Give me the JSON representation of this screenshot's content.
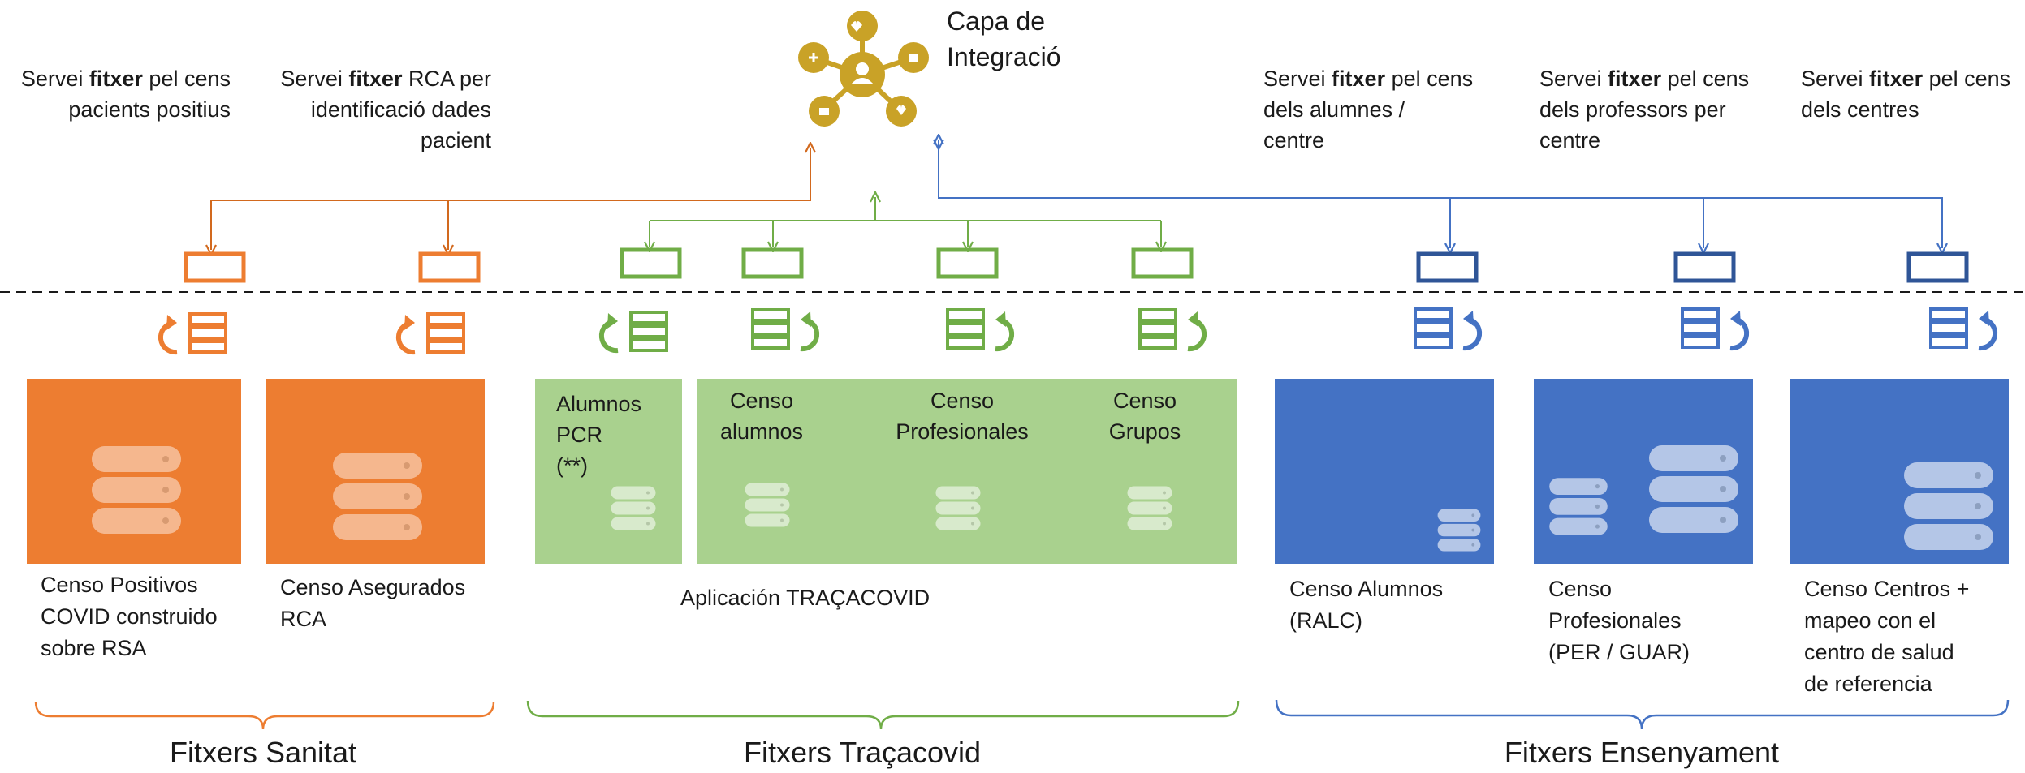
{
  "integration": {
    "title_line1": "Capa de",
    "title_line2": "Integració"
  },
  "services": {
    "s1": {
      "pre": "Servei ",
      "bold": "fitxer",
      "post": " pel cens",
      "line2": "pacients positius",
      "line3": ""
    },
    "s2": {
      "pre": "Servei ",
      "bold": "fitxer",
      "post": " RCA per",
      "line2": "identificació dades",
      "line3": "pacient"
    },
    "s3": {
      "pre": "Servei ",
      "bold": "fitxer",
      "post": " pel cens",
      "line2": "dels alumnes /",
      "line3": "centre"
    },
    "s4": {
      "pre": "Servei ",
      "bold": "fitxer",
      "post": " pel cens",
      "line2": "dels professors per",
      "line3": "centre"
    },
    "s5": {
      "pre": "Servei ",
      "bold": "fitxer",
      "post": " pel cens",
      "line2": "dels centres",
      "line3": ""
    }
  },
  "panels": {
    "alumnos_pcr": {
      "l1": "Alumnos",
      "l2": "PCR",
      "l3": "(**)"
    },
    "censo_alumnos": {
      "l1": "Censo",
      "l2": "alumnos"
    },
    "censo_profesionales": {
      "l1": "Censo",
      "l2": "Profesionales"
    },
    "censo_grupos": {
      "l1": "Censo",
      "l2": "Grupos"
    }
  },
  "captions": {
    "positivos": [
      "Censo Positivos",
      "COVID construido",
      "sobre RSA"
    ],
    "asegurados": [
      "Censo Asegurados",
      "RCA"
    ],
    "tracacovid": "Aplicación TRAÇACOVID",
    "ralc": [
      "Censo Alumnos",
      "(RALC)"
    ],
    "per_guar": [
      "Censo",
      "Profesionales",
      "(PER / GUAR)"
    ],
    "centros": [
      "Censo Centros +",
      "mapeo con el",
      "centro de salud",
      "de referencia"
    ]
  },
  "groups": {
    "sanitat": "Fitxers Sanitat",
    "tracacovid": "Fitxers Traçacovid",
    "ensenyament": "Fitxers Ensenyament"
  },
  "colors": {
    "orange": "#ED7D31",
    "green": "#70AD47",
    "green_light": "#A9D18E",
    "blue": "#4472C4",
    "gold": "#C9A227"
  }
}
